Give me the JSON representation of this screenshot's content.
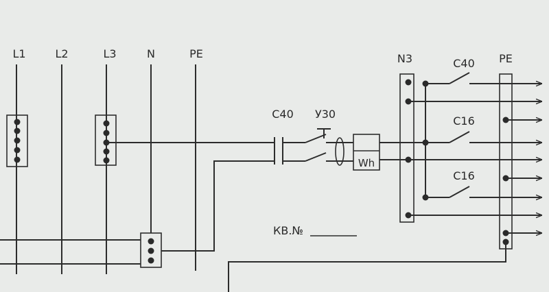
{
  "bus_labels": {
    "l1": "L1",
    "l2": "L2",
    "l3": "L3",
    "n": "N",
    "pe": "PE"
  },
  "panel_labels": {
    "neutral_bar": "N3",
    "pe_bar": "PE"
  },
  "breaker_labels": {
    "main_breaker": "C40",
    "rcd": "У30",
    "outgoing_breaker_1": "C40",
    "outgoing_breaker_2": "C16",
    "outgoing_breaker_3": "C16"
  },
  "meter_label": "Wh",
  "apartment_label": "КВ.№",
  "colors": {
    "background": "#e9ebe9",
    "line": "#2c2c2c"
  }
}
